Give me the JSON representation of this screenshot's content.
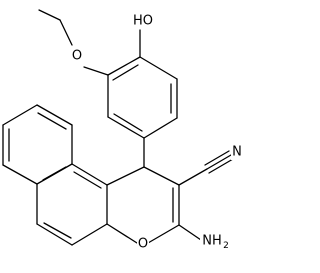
{
  "molecule": {
    "atom_labels": {
      "hydroxyl": "HO",
      "ether_oxygen": "O",
      "nitrile_nitrogen": "N",
      "amino": "NH",
      "amino_subscript": "2",
      "ring_oxygen": "O"
    },
    "colors": {
      "bond": "#000000",
      "label": "#000000",
      "background": "#ffffff"
    }
  }
}
